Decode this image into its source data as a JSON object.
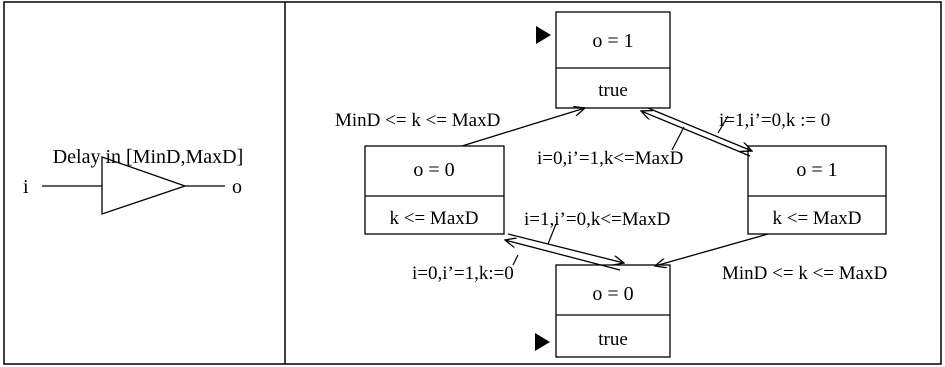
{
  "component": {
    "title": "Delay in [MinD,MaxD]",
    "input_label": "i",
    "output_label": "o"
  },
  "states": {
    "top": {
      "output": "o = 1",
      "invariant": "true",
      "initial": true
    },
    "left": {
      "output": "o = 0",
      "invariant": "k <= MaxD"
    },
    "right": {
      "output": "o = 1",
      "invariant": "k <= MaxD"
    },
    "bottom": {
      "output": "o = 0",
      "invariant": "true",
      "initial": true
    }
  },
  "transitions": {
    "left_to_top": "MinD <= k <= MaxD",
    "top_to_right": "i=1,i’=0,k := 0",
    "right_to_top": "i=0,i’=1,k<=MaxD",
    "right_to_bottom": "MinD <= k <= MaxD",
    "left_to_bottom": "i=1,i’=0,k<=MaxD",
    "bottom_to_left": "i=0,i’=1,k:=0"
  }
}
